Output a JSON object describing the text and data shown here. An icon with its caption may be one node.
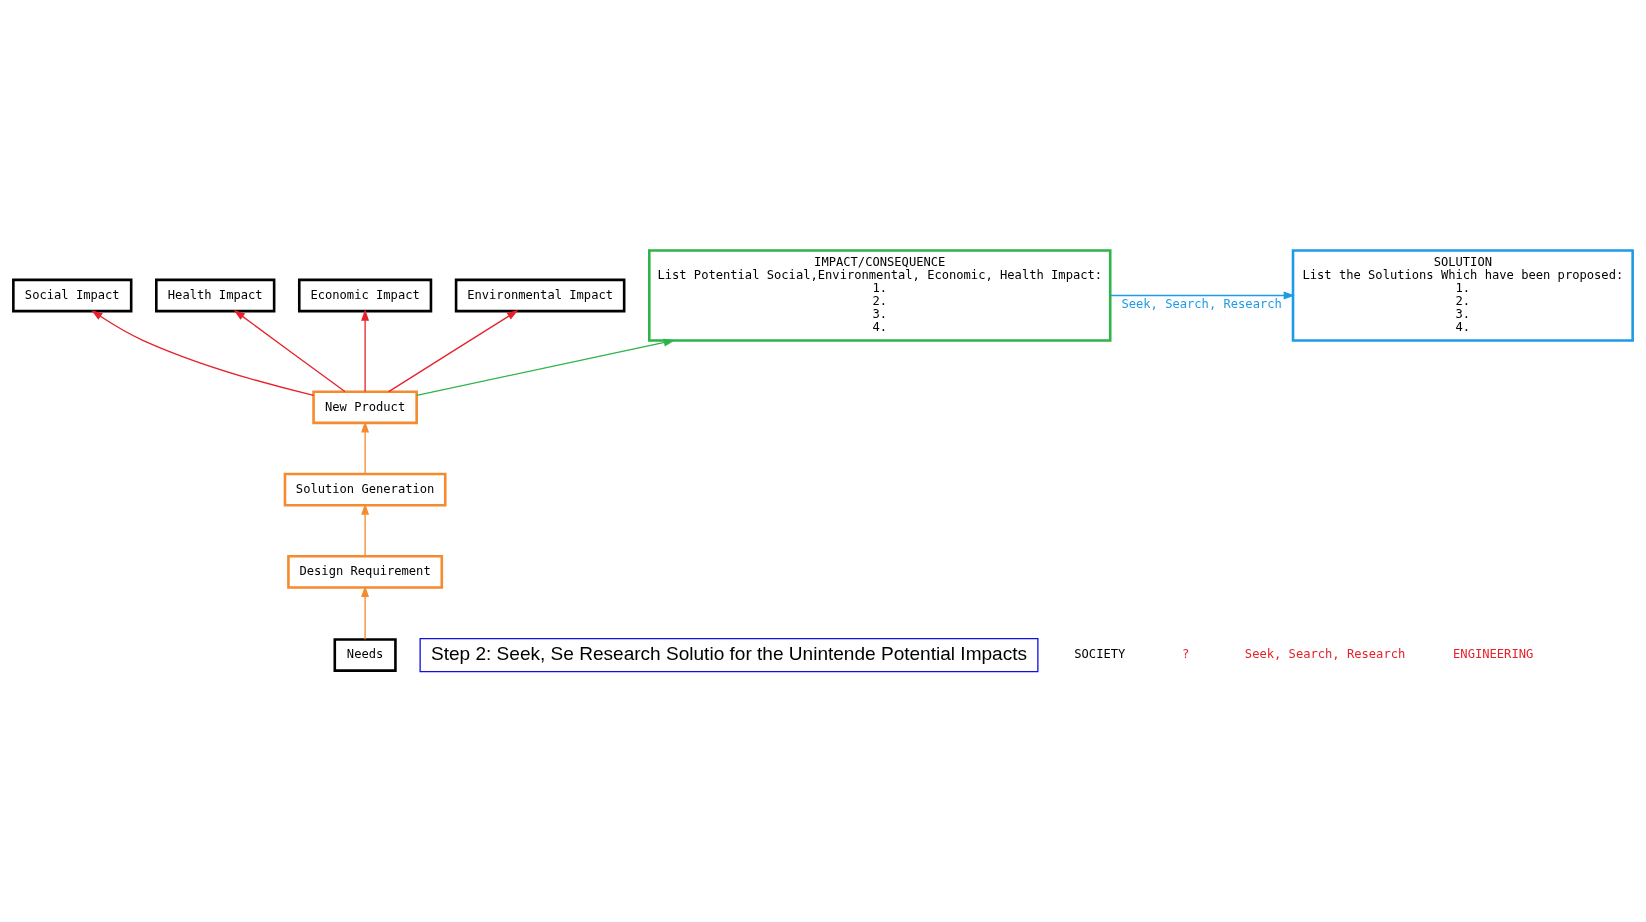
{
  "diagram": {
    "nodes": [
      {
        "text": [
          "Social Impact"
        ]
      },
      {
        "text": [
          "Health Impact"
        ]
      },
      {
        "text": [
          "Economic Impact"
        ]
      },
      {
        "text": [
          "Environmental Impact"
        ]
      },
      {
        "text": [
          "IMPACT/CONSEQUENCE",
          "List Potential Social,Environmental, Economic, Health Impact:",
          "1.",
          "2.",
          "3.",
          "4."
        ]
      },
      {
        "text": [
          "SOLUTION",
          "List the Solutions Which have been proposed:",
          "1.",
          "2.",
          "3.",
          "4."
        ]
      },
      {
        "text": [
          "New Product"
        ]
      },
      {
        "text": [
          "Needs"
        ]
      },
      {
        "text": [
          "Design Requirement"
        ]
      },
      {
        "text": [
          "Solution Generation"
        ]
      },
      {
        "text": [
          "Step 2: Seek, Se Research Solutio for the Unintende Potential Impacts"
        ]
      }
    ],
    "edges": [
      {
        "from": 4,
        "to": 5,
        "arrow": "to",
        "label": "Seek, Search, Research",
        "color": "#1e9be6"
      },
      {
        "from": 6,
        "to": 4,
        "arrow": "to",
        "color": "#2db34a"
      },
      {
        "from": 7,
        "to": 8,
        "arrow": "to",
        "color": "#f58a2e"
      },
      {
        "from": 8,
        "to": 9,
        "arrow": "to",
        "color": "#f58a2e"
      },
      {
        "from": 9,
        "to": 6,
        "arrow": "to",
        "color": "#f58a2e"
      },
      {
        "from": 6,
        "to": 0,
        "arrow": "to",
        "color": "#e8202a"
      },
      {
        "from": 6,
        "to": 1,
        "arrow": "to",
        "color": "#e8202a"
      },
      {
        "from": 6,
        "to": 2,
        "arrow": "to",
        "color": "#e8202a"
      },
      {
        "from": 6,
        "to": 3,
        "arrow": "to",
        "color": "#e8202a"
      }
    ],
    "labels": [
      "SOCIETY",
      "?",
      "Seek, Search, Research",
      "ENGINEERING"
    ]
  }
}
